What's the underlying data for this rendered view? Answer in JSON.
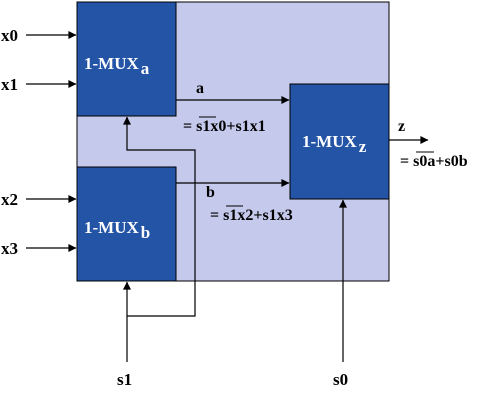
{
  "colors": {
    "outer_block": "#c5c9ec",
    "mux_block": "#2454a6",
    "mux_text": "#ffffff",
    "wire": "#000000"
  },
  "inputs": [
    "x0",
    "x1",
    "x2",
    "x3"
  ],
  "selects": {
    "s1": "s1",
    "s0": "s0"
  },
  "blocks": {
    "mux_a": {
      "name": "1-MUX",
      "sub": "a"
    },
    "mux_b": {
      "name": "1-MUX",
      "sub": "b"
    },
    "mux_z": {
      "name": "1-MUX",
      "sub": "z"
    }
  },
  "signals": {
    "a": {
      "name": "a",
      "eq_prefix": "= ",
      "eq_bar": "s1",
      "eq_rest": "x0+s1x1"
    },
    "b": {
      "name": "b",
      "eq_prefix": "= ",
      "eq_bar": "s1",
      "eq_rest": "x2+s1x3"
    },
    "z": {
      "name": "z",
      "eq_prefix": "= ",
      "eq_bar": "s0",
      "eq_rest": "a+s0b"
    }
  }
}
